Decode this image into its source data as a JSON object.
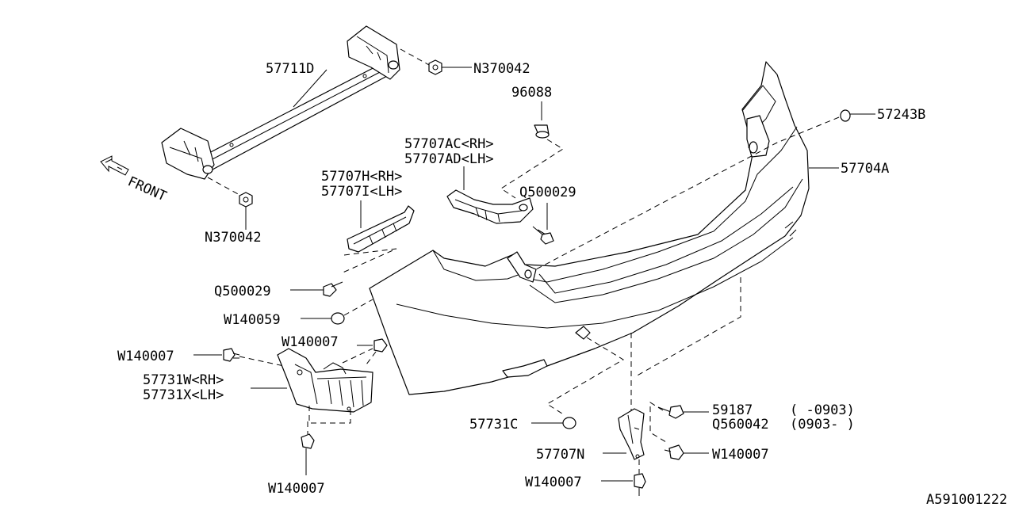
{
  "diagram": {
    "direction_label": "FRONT",
    "drawing_number": "A591001222",
    "labels": {
      "beam": "57711D",
      "nut_top": "N370042",
      "nut_bottom": "N370042",
      "clip_96088": "96088",
      "bracket_upper_rh": "57707AC<RH>",
      "bracket_upper_lh": "57707AD<LH>",
      "bracket_side_rh": "57707H<RH>",
      "bracket_side_lh": "57707I<LH>",
      "screw_right": "Q500029",
      "screw_left": "Q500029",
      "cap_57243b": "57243B",
      "bumper_cover": "57704A",
      "clip_w140059": "W140059",
      "clip_w140007_a": "W140007",
      "clip_w140007_b": "W140007",
      "guard_rh": "57731W<RH>",
      "guard_lh": "57731X<LH>",
      "clip_w140007_c": "W140007",
      "cap_57731c": "57731C",
      "bolt_59187": "59187",
      "bolt_59187_range": "(    -0903)",
      "bolt_q560042": "Q560042",
      "bolt_q560042_range": "(0903-   )",
      "bracket_57707n": "57707N",
      "clip_w140007_d": "W140007",
      "clip_w140007_e": "W140007"
    }
  }
}
